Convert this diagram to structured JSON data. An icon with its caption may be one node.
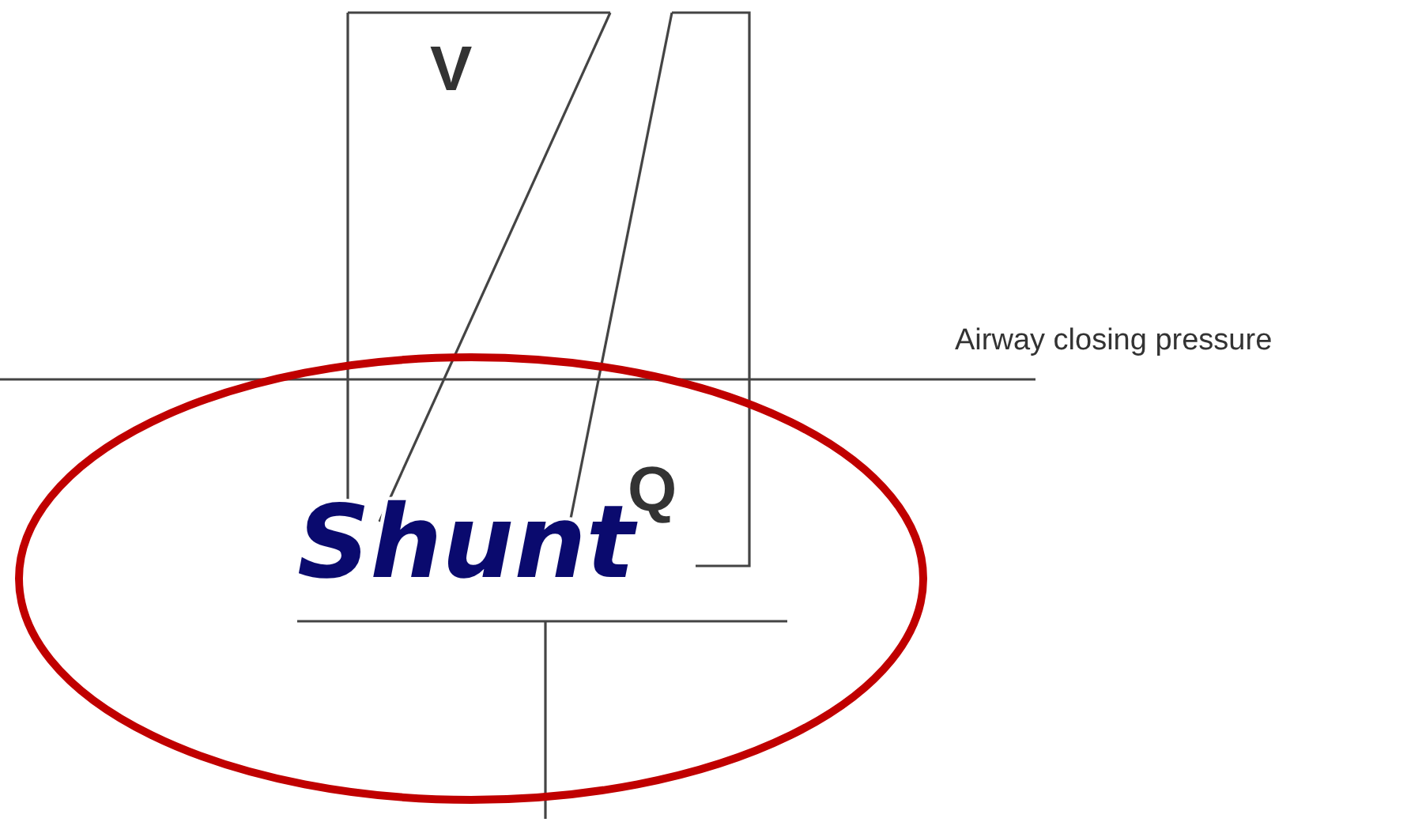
{
  "diagram": {
    "nodes": [
      {
        "text": [
          "Shunt"
        ]
      }
    ],
    "labels": [
      "V",
      "Q",
      "Airway closing pressure"
    ]
  }
}
